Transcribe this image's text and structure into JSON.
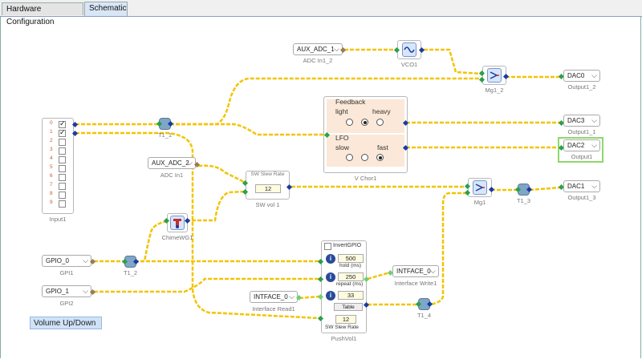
{
  "tabs": [
    {
      "label": "Hardware Configuration",
      "active": false
    },
    {
      "label": "Schematic",
      "active": true
    }
  ],
  "nodes": {
    "adc_in1_2": {
      "value": "AUX_ADC_1",
      "label": "ADC In1_2"
    },
    "vco1": {
      "label": "VCO1"
    },
    "mg1_2": {
      "label": "Mg1_2"
    },
    "output1_2": {
      "value": "DAC0",
      "label": "Output1_2"
    },
    "input1": {
      "label": "Input1",
      "rows": [
        "0",
        "1",
        "2",
        "3",
        "4",
        "5",
        "6",
        "7",
        "8",
        "9"
      ],
      "checked": [
        0,
        1
      ]
    },
    "t1_a": {
      "label": "T1_1"
    },
    "vchor1": {
      "label": "V Chor1",
      "feedback_title": "Feedback",
      "light": "light",
      "heavy": "heavy",
      "lfo_title": "LFO",
      "slow": "slow",
      "fast": "fast",
      "feedback_selected": 1,
      "lfo_selected": 2
    },
    "output1_a": {
      "value": "DAC3",
      "label": "Output1_1"
    },
    "output1": {
      "value": "DAC2",
      "label": "Output1"
    },
    "adc_in1": {
      "value": "AUX_ADC_2",
      "label": "ADC In1"
    },
    "swvol1": {
      "title": "SW Slew Rate",
      "value": "12",
      "label": "SW vol 1"
    },
    "mg1": {
      "label": "Mg1"
    },
    "t1_3": {
      "label": "T1_3"
    },
    "output1_3": {
      "value": "DAC1",
      "label": "Output1_3"
    },
    "chimewg1": {
      "label": "ChimeWG1"
    },
    "gpi1": {
      "value": "GPIO_0",
      "label": "GPI1"
    },
    "t1_2": {
      "label": "T1_2"
    },
    "gpi2": {
      "value": "GPIO_1",
      "label": "GPI2"
    },
    "pushvol1": {
      "label": "PushVol1",
      "invert": "InvertGPIO",
      "hold_val": "500",
      "hold_label": "hold (ms)",
      "repeat_val": "250",
      "repeat_label": "repeat (ms)",
      "v33": "33",
      "table": "Table",
      "slew_val": "12",
      "slew_label": "SW Slew Rate"
    },
    "interface_write1": {
      "value": "INTFACE_0",
      "label": "Interface Write1"
    },
    "interface_read1": {
      "value": "INTFACE_0",
      "label": "Interface Read1"
    },
    "t1_4": {
      "label": "T1_4"
    }
  },
  "volume_label": "Volume Up/Down",
  "colors": {
    "wire": "#f2c400",
    "port_blue": "#1a3ca0",
    "port_green": "#2aa04a",
    "selection": "#8fd86a"
  }
}
